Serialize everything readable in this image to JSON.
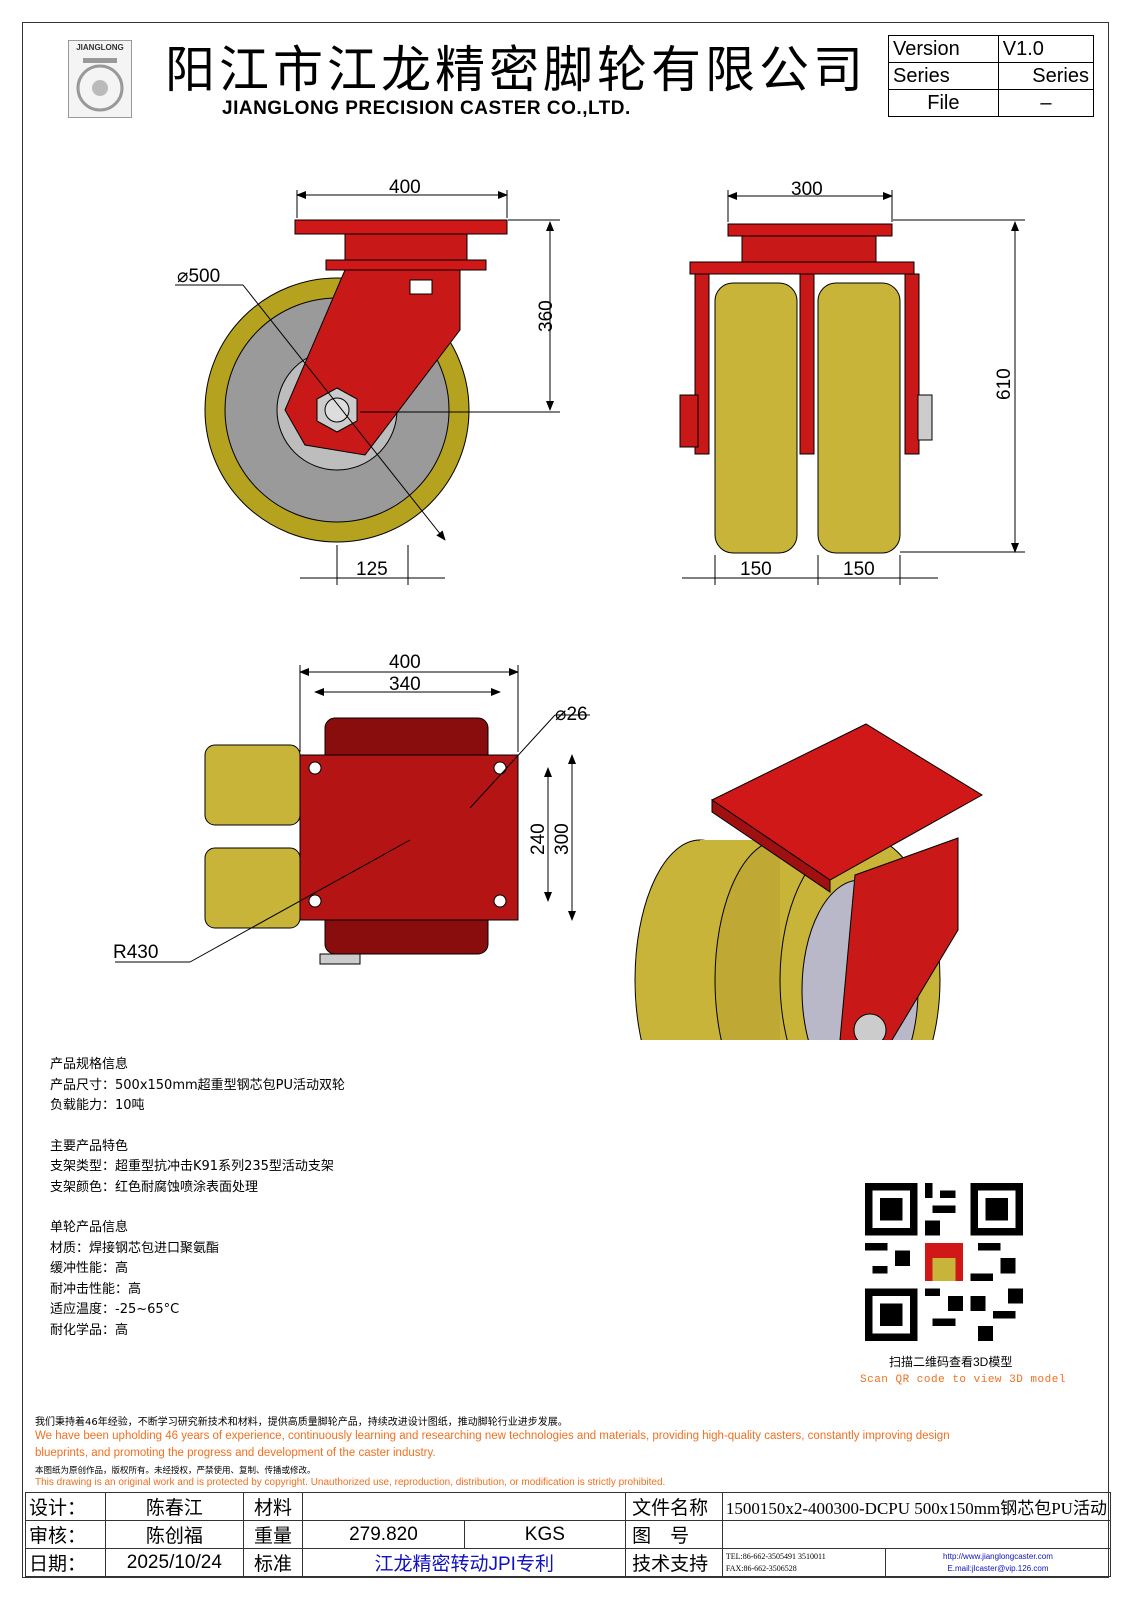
{
  "header": {
    "logo_text": "JIANGLONG",
    "title_cn": "阳江市江龙精密脚轮有限公司",
    "title_en": "JIANGLONG PRECISION CASTER CO.,LTD."
  },
  "meta": [
    {
      "label": "Version",
      "value": "V1.0"
    },
    {
      "label": "Series",
      "value": "Series"
    },
    {
      "label": "File",
      "value": "–"
    }
  ],
  "dimensions": {
    "front_width": "400",
    "front_height": "360",
    "wheel_dia": "⌀500",
    "offset": "125",
    "side_width": "300",
    "side_height": "610",
    "wheel_w1": "150",
    "wheel_w2": "150",
    "top_w1": "400",
    "top_w2": "340",
    "hole": "⌀26",
    "top_h1": "240",
    "top_h2": "300",
    "radius": "R430"
  },
  "specs": {
    "s1_title": "产品规格信息",
    "s1_l1": "产品尺寸：500x150mm超重型钢芯包PU活动双轮",
    "s1_l2": "负载能力：10吨",
    "s2_title": "主要产品特色",
    "s2_l1": "支架类型：超重型抗冲击K91系列235型活动支架",
    "s2_l2": "支架颜色：红色耐腐蚀喷涂表面处理",
    "s3_title": "单轮产品信息",
    "s3_l1": "材质：焊接钢芯包进口聚氨酯",
    "s3_l2": "缓冲性能：高",
    "s3_l3": "耐冲击性能：高",
    "s3_l4": "适应温度：-25~65°C",
    "s3_l5": "耐化学品：高"
  },
  "qr": {
    "caption_cn": "扫描二维码查看3D模型",
    "caption_en": "Scan QR code to view 3D model"
  },
  "notes": {
    "cn1": "我们秉持着46年经验，不断学习研究新技术和材料，提供高质量脚轮产品，持续改进设计图纸，推动脚轮行业进步发展。",
    "en1a": "We have been upholding 46 years of experience, continuously learning and researching new technologies and materials, providing high-quality casters, constantly improving design",
    "en1b": "blueprints, and promoting the progress and development of the caster industry.",
    "cn2": "本图纸为原创作品，版权所有。未经授权，严禁使用、复制、传播或修改。",
    "en2": "This drawing is an original work and is protected by copyright. Unauthorized use, reproduction, distribution, or modification is strictly prohibited."
  },
  "titleblock": {
    "design_label": "设计：",
    "designer": "陈春江",
    "material_label": "材料",
    "material": "",
    "filename_label": "文件名称",
    "filename": "1500150x2-400300-DCPU 500x150mm钢芯包PU活动",
    "review_label": "审核：",
    "reviewer": "陈创福",
    "weight_label": "重量",
    "weight": "279.820",
    "weight_unit": "KGS",
    "drawing_no_label": "图　号",
    "drawing_no": "",
    "date_label": "日期：",
    "date": "2025/10/24",
    "standard_label": "标准",
    "standard": "江龙精密转动JPI专利",
    "support_label": "技术支持",
    "tel": "TEL:86-662-3505491 3510011",
    "fax": "FAX:86-662-3506528",
    "web": "http://www.jianglongcaster.com",
    "email": "E.mail:jlcaster@vip.126.com"
  }
}
